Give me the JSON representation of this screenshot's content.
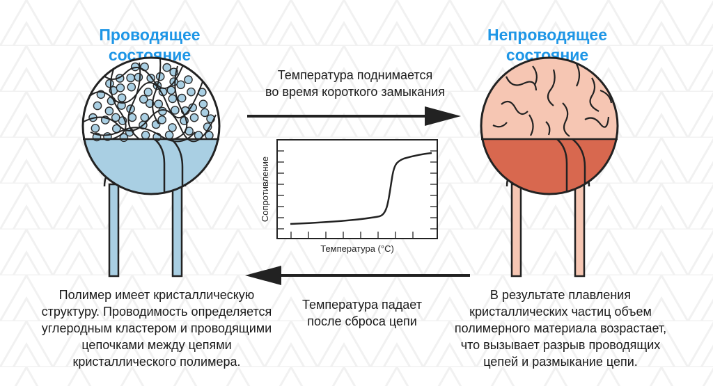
{
  "left": {
    "title_line1": "Проводящее",
    "title_line2": "состояние",
    "caption_lines": [
      "Полимер имеет кристаллическую",
      "структуру. Проводимость определяется",
      "углеродным кластером и  проводящими",
      "цепочками между цепями",
      "кристаллического полимера."
    ]
  },
  "right": {
    "title_line1": "Непроводящее",
    "title_line2": "состояние",
    "caption_lines": [
      "В результате плавления",
      "кристаллических частиц объем",
      "полимерного материала возрастает,",
      "что вызывает разрыв проводящих",
      "цепей и размыкание цепи."
    ]
  },
  "top_arrow_text": {
    "line1": "Температура поднимается",
    "line2": "во время короткого замыкания"
  },
  "bottom_arrow_text": {
    "line1": "Температура падает",
    "line2": "после сброса цепи"
  },
  "graph": {
    "ylabel": "Сопротивление",
    "xlabel": "Температура (°C)"
  },
  "colors": {
    "title_blue": "#1e96e6",
    "conductive_fill": "#a9cfe3",
    "nonconductive_top": "#f6c6b3",
    "nonconductive_bottom": "#d8684f"
  }
}
